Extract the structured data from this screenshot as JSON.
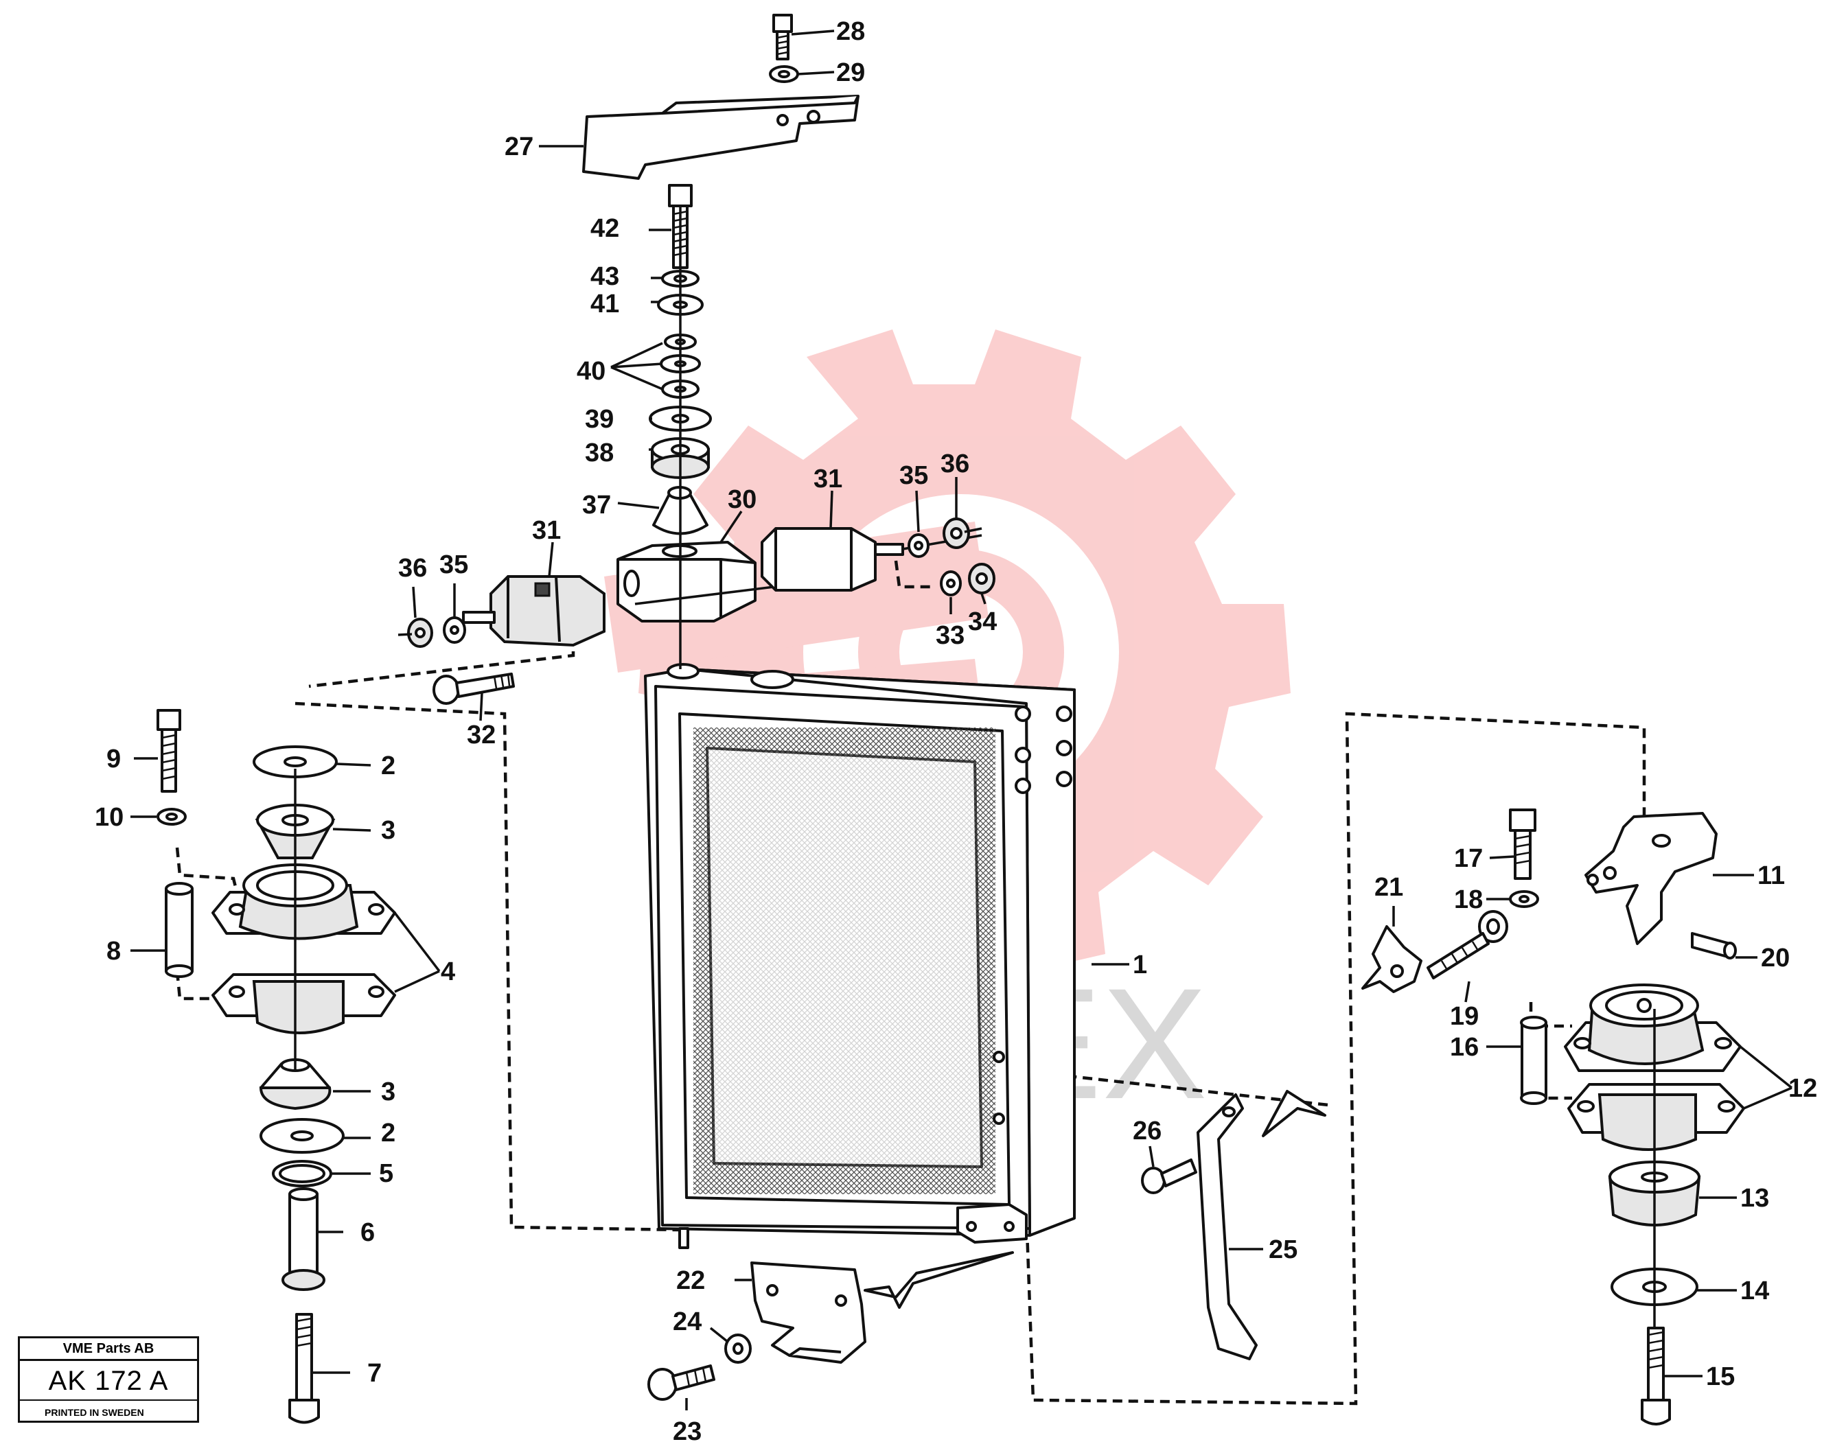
{
  "title_block": {
    "company": "VME Parts AB",
    "code": "AK 172 A",
    "printed": "PRINTED IN SWEDEN"
  },
  "watermark": {
    "text": "ИНТЕХ",
    "gear_color": "#f7a8a8"
  },
  "callouts": [
    "1",
    "2",
    "3",
    "4",
    "5",
    "6",
    "7",
    "8",
    "9",
    "10",
    "11",
    "12",
    "13",
    "14",
    "15",
    "16",
    "17",
    "18",
    "19",
    "20",
    "21",
    "22",
    "23",
    "24",
    "25",
    "26",
    "27",
    "28",
    "29",
    "30",
    "31",
    "32",
    "33",
    "34",
    "35",
    "36",
    "37",
    "38",
    "39",
    "40",
    "41",
    "42",
    "43"
  ]
}
